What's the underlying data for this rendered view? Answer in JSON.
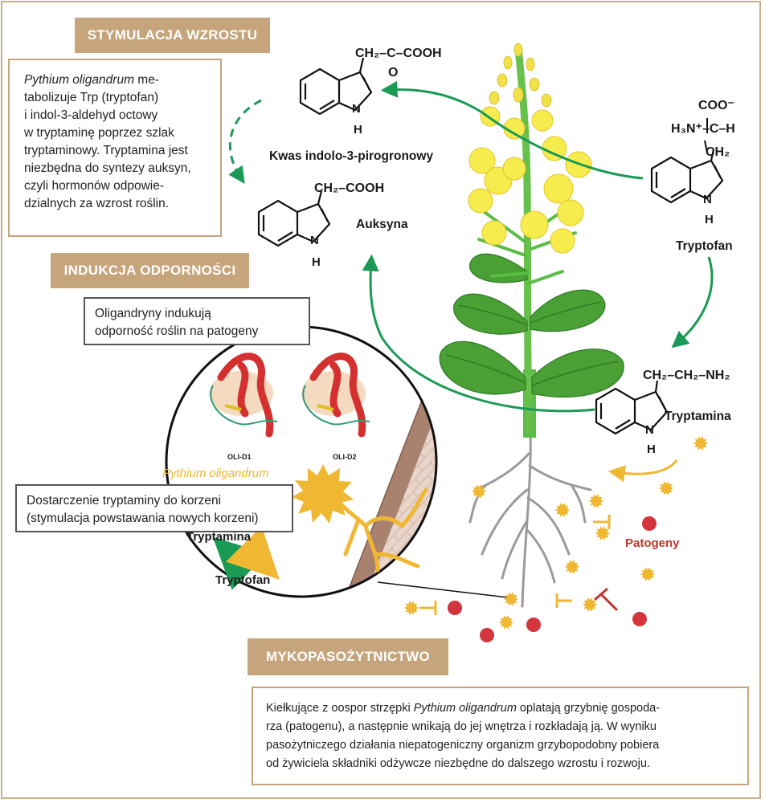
{
  "sections": {
    "growth": {
      "badge": "STYMULACJA WZROSTU",
      "text_species": "Pythium oligandrum",
      "text_rest": " me-\ntabolizuje Trp (tryptofan)\ni indol-3-aldehyd octowy\nw tryptaminę poprzez szlak\ntryptaminowy. Tryptamina jest\nniezbędna do syntezy auksyn,\nczyli hormonów odpowie-\ndzialnych za wzrost roślin."
    },
    "immunity": {
      "badge": "INDUKCJA ODPORNOŚCI",
      "callout": "Oligandryny indukują\nodporność roślin na patogeny"
    },
    "delivery": {
      "callout": "Dostarczenie tryptaminy do korzeni\n(stymulacja powstawania nowych korzeni)"
    },
    "mycoparasitism": {
      "badge": "MYKOPASOŻYTNICTWO",
      "text_before": "Kiełkujące z oospor strzępki ",
      "text_species": "Pythium oligandrum",
      "text_after": " oplatają grzybnię gospoda-\nrza (patogenu), a następnie wnikają do jej wnętrza i rozkładają ją. W wyniku\npasożytniczego działania niepatogeniczny organizm grzybopodobny pobiera\nod żywiciela składniki odżywcze niezbędne do dalszego wzrostu i rozwoju."
    }
  },
  "molecules": {
    "ipa": {
      "name": "Kwas indolo-3-pirogronowy",
      "chain": "CH₂–C–COOH",
      "oxygen": "O"
    },
    "auxin": {
      "name": "Auksyna",
      "chain": "CH₂–COOH"
    },
    "tryptophan": {
      "name": "Tryptofan",
      "carboxylate": "COO⁻",
      "amine": "H₃N⁺–C–H",
      "ch2": "CH₂"
    },
    "tryptamine": {
      "name": "Tryptamina",
      "chain": "CH₂–CH₂–NH₂"
    },
    "nh": "N",
    "h": "H"
  },
  "inset": {
    "proteins": [
      "OLI-D1",
      "OLI-D2"
    ],
    "organism": "Pythium oligandrum",
    "exchange_top": "Tryptamina",
    "exchange_bottom": "Tryptofan"
  },
  "pathogens_label": "Patogeny",
  "colors": {
    "badge": "#c6a47c",
    "arrow_green": "#1a9a54",
    "spore_yellow": "#f0b733",
    "pathogen_red": "#d4343c",
    "petal_yellow": "#f7ec4e",
    "leaf_green": "#4aa035"
  }
}
